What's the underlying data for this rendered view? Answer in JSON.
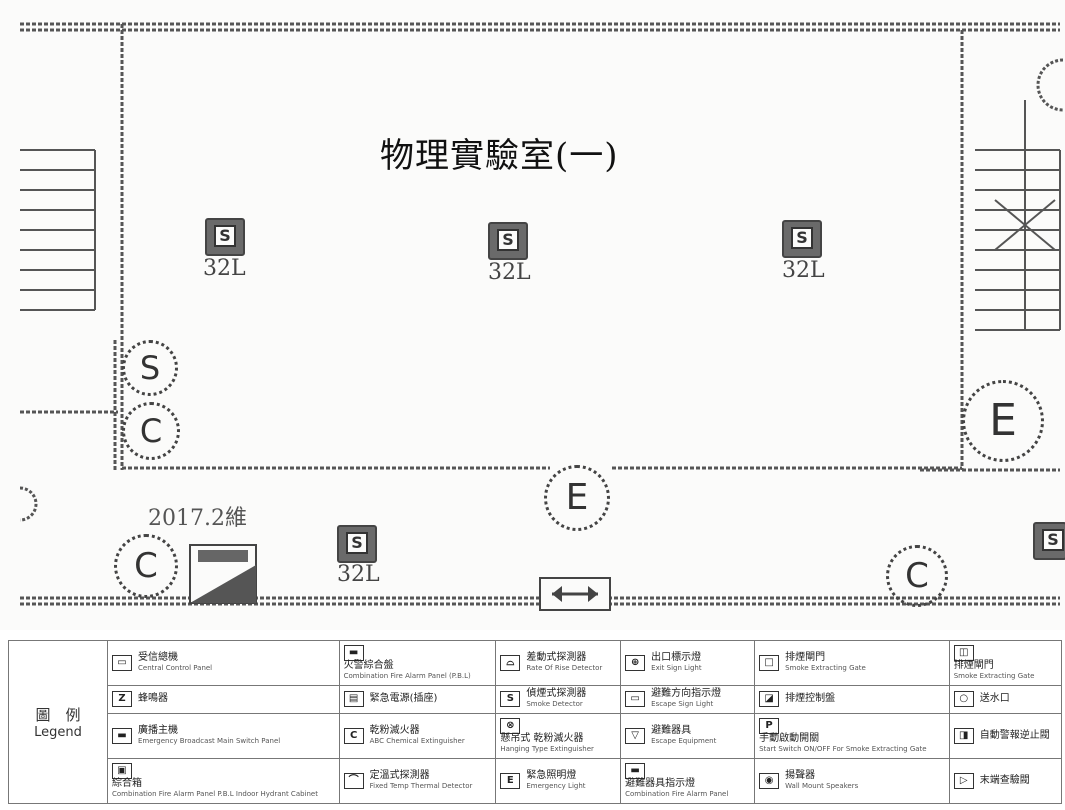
{
  "room": {
    "title": "物理實驗室(一)"
  },
  "annotations": {
    "date_note": "2017.2維"
  },
  "symbols": {
    "smoke_detector_label": "S",
    "capacity_label": "32L",
    "circle_s": "S",
    "circle_c": "C",
    "circle_e": "E"
  },
  "legend": {
    "header_zh": "圖　例",
    "header_en": "Legend",
    "items": [
      {
        "icon": "central-control-panel",
        "glyph": "▭",
        "zh": "受信總機",
        "en": "Central Control Panel"
      },
      {
        "icon": "combination-fire-alarm-panel",
        "glyph": "▬",
        "zh": "火警綜合盤",
        "en": "Combination Fire Alarm Panel (P.B.L)"
      },
      {
        "icon": "rate-of-rise-detector",
        "glyph": "⌓",
        "zh": "差動式探測器",
        "en": "Rate Of Rise Detector"
      },
      {
        "icon": "exit-sign-light",
        "glyph": "⊕",
        "zh": "出口標示燈",
        "en": "Exit Sign Light"
      },
      {
        "icon": "smoke-extracting-gate",
        "glyph": "□",
        "zh": "排煙閘門",
        "en": "Smoke Extracting Gate"
      },
      {
        "icon": "smoke-extracting-gate-2",
        "glyph": "◫",
        "zh": "排煙閘門",
        "en": "Smoke Extracting Gate"
      },
      {
        "icon": "buzzer",
        "glyph": "Z",
        "zh": "蜂鳴器",
        "en": ""
      },
      {
        "icon": "emergency-power",
        "glyph": "▤",
        "zh": "緊急電源(插座)",
        "en": ""
      },
      {
        "icon": "smoke-detector",
        "glyph": "S",
        "zh": "偵煙式探測器",
        "en": "Smoke Detector"
      },
      {
        "icon": "escape-sign-light",
        "glyph": "▭",
        "zh": "避難方向指示燈",
        "en": "Escape Sign Light"
      },
      {
        "icon": "smoke-control-panel",
        "glyph": "◪",
        "zh": "排煙控制盤",
        "en": ""
      },
      {
        "icon": "water-inlet",
        "glyph": "○",
        "zh": "送水口",
        "en": ""
      },
      {
        "icon": "emergency-broadcast-panel",
        "glyph": "▬",
        "zh": "廣播主機",
        "en": "Emergency Broadcast Main Switch Panel"
      },
      {
        "icon": "abc-extinguisher",
        "glyph": "C",
        "zh": "乾粉滅火器",
        "en": "ABC Chemical Extinguisher"
      },
      {
        "icon": "hanging-extinguisher",
        "glyph": "⊗",
        "zh": "懸吊式 乾粉滅火器",
        "en": "Hanging Type Extinguisher"
      },
      {
        "icon": "escape-equipment",
        "glyph": "▽",
        "zh": "避難器具",
        "en": "Escape Equipment"
      },
      {
        "icon": "manual-switch",
        "glyph": "P",
        "zh": "手動啟動開關",
        "en": "Start Switch ON/OFF For Smoke Extracting Gate"
      },
      {
        "icon": "auto-fire-door",
        "glyph": "◨",
        "zh": "自動警報逆止閥",
        "en": ""
      },
      {
        "icon": "fire-hydrant-cabinet",
        "glyph": "▣",
        "zh": "綜合箱",
        "en": "Combination Fire Alarm Panel P.B.L Indoor Hydrant Cabinet"
      },
      {
        "icon": "fixed-temp-detector",
        "glyph": "⌒",
        "zh": "定溫式探測器",
        "en": "Fixed Temp Thermal Detector"
      },
      {
        "icon": "emergency-light",
        "glyph": "E",
        "zh": "緊急照明燈",
        "en": "Emergency Light"
      },
      {
        "icon": "combination-fire-alarm",
        "glyph": "▬",
        "zh": "避難器具指示燈",
        "en": "Combination Fire Alarm Panel"
      },
      {
        "icon": "wall-speaker",
        "glyph": "◉",
        "zh": "揚聲器",
        "en": "Wall Mount Speakers"
      },
      {
        "icon": "sprinkler-valve",
        "glyph": "▷",
        "zh": "末端查驗閥",
        "en": ""
      }
    ]
  }
}
